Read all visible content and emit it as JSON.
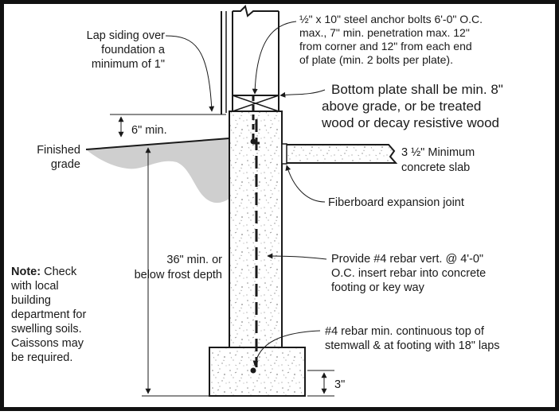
{
  "labels": {
    "lap_siding": [
      "Lap siding over",
      "foundation a",
      "minimum of 1\""
    ],
    "anchor_bolts": [
      "½\" x 10\" steel anchor bolts 6'-0\" O.C.",
      "max., 7\" min. penetration max. 12\"",
      "from corner and 12\" from each end",
      "of plate (min. 2 bolts per plate)."
    ],
    "bottom_plate": [
      "Bottom plate shall be min. 8\"",
      "above grade, or be treated",
      "wood or decay resistive wood"
    ],
    "six_min": "6\" min.",
    "finished_grade": [
      "Finished",
      "grade"
    ],
    "slab": [
      "3 ½\" Minimum",
      "concrete slab"
    ],
    "fiberboard": "Fiberboard expansion joint",
    "depth": [
      "36\" min. or",
      "below frost depth"
    ],
    "rebar_vert": [
      "Provide #4 rebar vert. @ 4'-0\"",
      "O.C. insert rebar into concrete",
      "footing or key way"
    ],
    "note_heading": "Note:",
    "note_first": "Check",
    "note_lines": [
      "with local",
      "building",
      "department for",
      "swelling soils.",
      "Caissons may",
      "be required."
    ],
    "rebar_cont": [
      "#4 rebar min. continuous top of",
      "stemwall & at footing with 18\" laps"
    ],
    "three_in": "3\""
  },
  "colors": {
    "ink": "#1a1a1a",
    "frame": "#111111",
    "soil": "#cfcfcf",
    "concrete": "#ffffff",
    "speckle": "#8a8a8a"
  }
}
